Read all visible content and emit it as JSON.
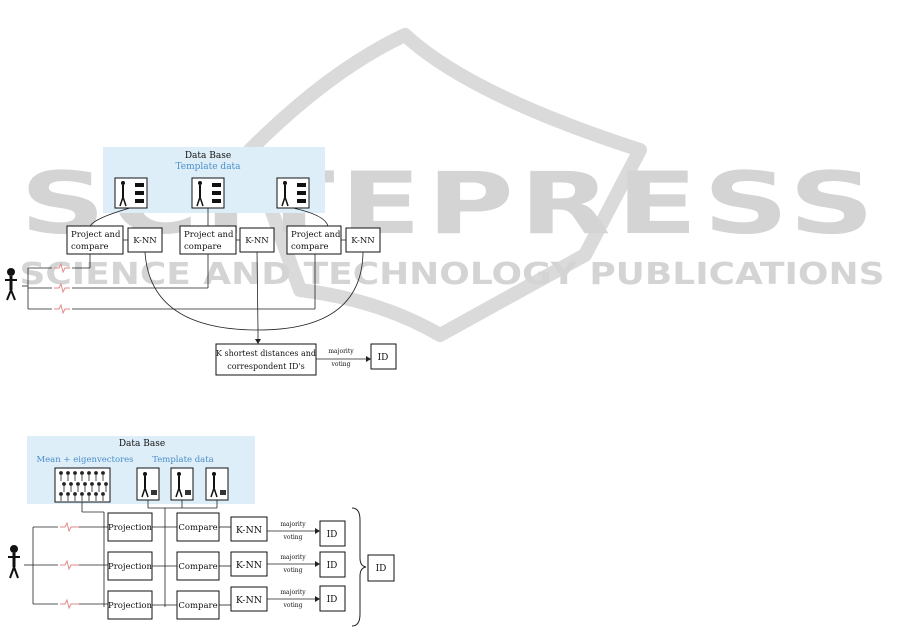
{
  "watermark": {
    "title": "SCITEPRESS",
    "subtitle": "SCIENCE AND TECHNOLOGY PUBLICATIONS"
  },
  "top": {
    "db_title": "Data Base",
    "db_subtitle": "Template data",
    "project_label_line1": "Project and",
    "project_label_line2": "compare",
    "knn_label": "K-NN",
    "kshort_line1": "K shortest distances and",
    "kshort_line2": "correspondent ID's",
    "vote_line1": "majority",
    "vote_line2": "voting",
    "id_label": "ID"
  },
  "bottom": {
    "db_title": "Data Base",
    "mean_label": "Mean + eigenvectores",
    "template_label": "Template data",
    "projection_label": "Projection",
    "compare_label": "Compare",
    "knn_label": "K-NN",
    "vote_line1": "majority",
    "vote_line2": "voting",
    "id_label": "ID",
    "final_id_label": "ID"
  },
  "colors": {
    "db_background": "#ddeef9",
    "db_title": "#1f3a5a",
    "db_subtitle": "#4a8ec8",
    "signal": "#e08a8a",
    "watermark": "#d4d4d4"
  }
}
